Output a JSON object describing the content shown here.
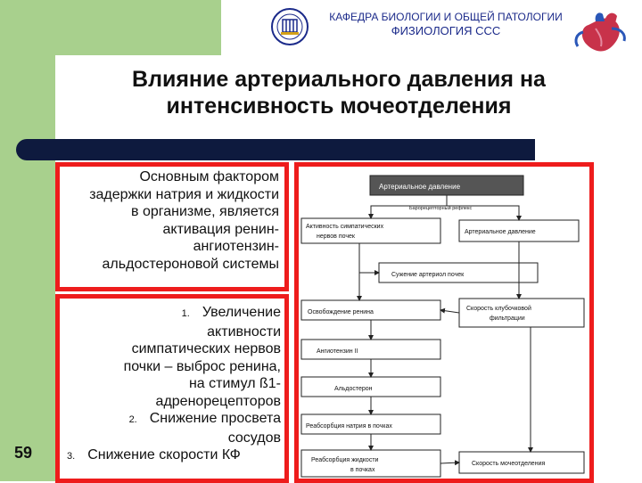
{
  "header": {
    "department": "КАФЕДРА БИОЛОГИИ И ОБЩЕЙ ПАТОЛОГИИ",
    "subject": "ФИЗИОЛОГИЯ ССС"
  },
  "title": {
    "line1": "Влияние артериального давления на",
    "line2": "интенсивность мочеотделения"
  },
  "page_number": "59",
  "box1": {
    "lines": [
      "Основным фактором",
      "задержки натрия и жидкости",
      "в организме, является",
      "активация ренин-",
      "ангиотензин-",
      "альдостероновой системы"
    ]
  },
  "box2": {
    "items": [
      {
        "num": "1.",
        "lines": [
          "Увеличение",
          "активности",
          "симпатических нервов",
          "почки – выброс ренина,",
          "на стимул ß1-",
          "адренорецепторов"
        ]
      },
      {
        "num": "2.",
        "lines": [
          "Снижение просвета",
          "сосудов"
        ]
      },
      {
        "num": "3.",
        "lines": [
          "Снижение скорости КФ"
        ]
      }
    ]
  },
  "diagram": {
    "top": "Артериальное давление",
    "reflex": "Барорецепторный рефлекс",
    "left1": [
      "Активность симпатических",
      "нервов почек"
    ],
    "right1": "Артериальное давление",
    "narrowing": "Сужение артериол почек",
    "renin": "Освобождение ренина",
    "gfr": [
      "Скорость клубочковой",
      "фильтрации"
    ],
    "angiotensin": "Ангиотензин II",
    "aldosterone": "Альдостерон",
    "sodium": "Реабсорбция натрия в почках",
    "fluid": [
      "Реабсорбция жидкости",
      "в почках"
    ],
    "urine": "Скорость мочеотделения"
  },
  "colors": {
    "green": "#a8d08d",
    "navy": "#0e1a3e",
    "red": "#ee1c1c",
    "header_blue": "#1b2a8a"
  }
}
